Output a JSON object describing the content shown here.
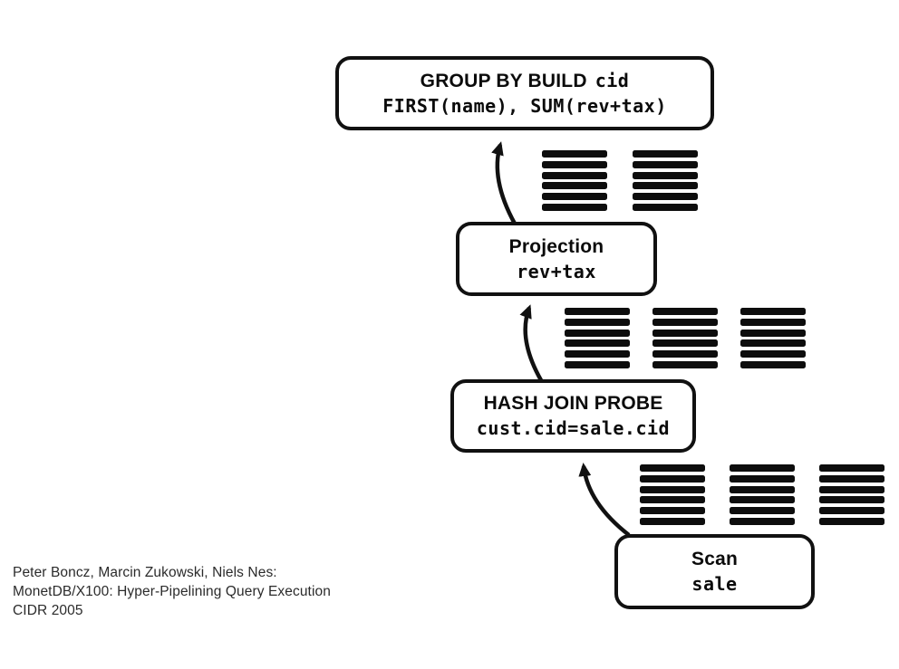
{
  "diagram": {
    "nodes": {
      "groupby": {
        "title": "GROUP BY BUILD",
        "arg": "cid",
        "subtitle": "FIRST(name), SUM(rev+tax)"
      },
      "projection": {
        "title": "Projection",
        "subtitle": "rev+tax"
      },
      "hashjoin": {
        "title": "HASH JOIN PROBE",
        "subtitle": "cust.cid=sale.cid"
      },
      "scan": {
        "title": "Scan",
        "subtitle": "sale"
      }
    },
    "vector_groups": [
      {
        "id": "between-groupby-and-projection",
        "stacks": 2,
        "bars_per_stack": 6
      },
      {
        "id": "between-projection-and-hashjoin",
        "stacks": 3,
        "bars_per_stack": 6
      },
      {
        "id": "between-hashjoin-and-scan",
        "stacks": 3,
        "bars_per_stack": 6
      }
    ],
    "arrows": [
      {
        "from": "projection",
        "to": "groupby"
      },
      {
        "from": "hashjoin",
        "to": "projection"
      },
      {
        "from": "scan",
        "to": "hashjoin"
      }
    ],
    "colors": {
      "background": "#ffffff",
      "node_fill": "#ffffff",
      "node_border": "#111111",
      "bar_fill": "#0d0d0d",
      "arrow": "#111111",
      "citation_text": "#2b2b2b"
    }
  },
  "citation": {
    "line1": "Peter Boncz, Marcin Zukowski, Niels Nes:",
    "line2": "MonetDB/X100: Hyper-Pipelining Query Execution",
    "line3": "CIDR 2005"
  }
}
